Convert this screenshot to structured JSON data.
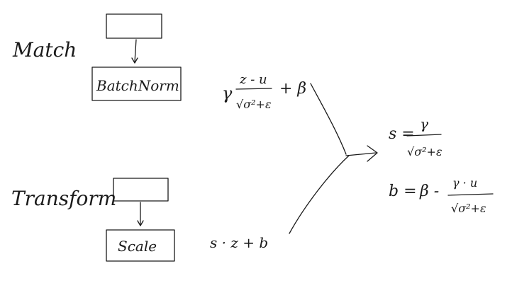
{
  "labels": {
    "match": "Match",
    "transform": "Transform",
    "batchnorm": "BatchNorm",
    "scale": "Scale"
  },
  "formulas": {
    "bn_gamma": "γ",
    "bn_numerator": "z - u",
    "bn_denominator": "√σ²+ε",
    "bn_plus_beta": "+ β",
    "scale_expr": "s · z + b",
    "s_lhs": "s =",
    "s_numerator": "γ",
    "s_denominator": "√σ²+ε",
    "b_lhs": "b =",
    "b_beta_minus": "β -",
    "b_numerator": "γ · u",
    "b_denominator": "√σ²+ε"
  }
}
